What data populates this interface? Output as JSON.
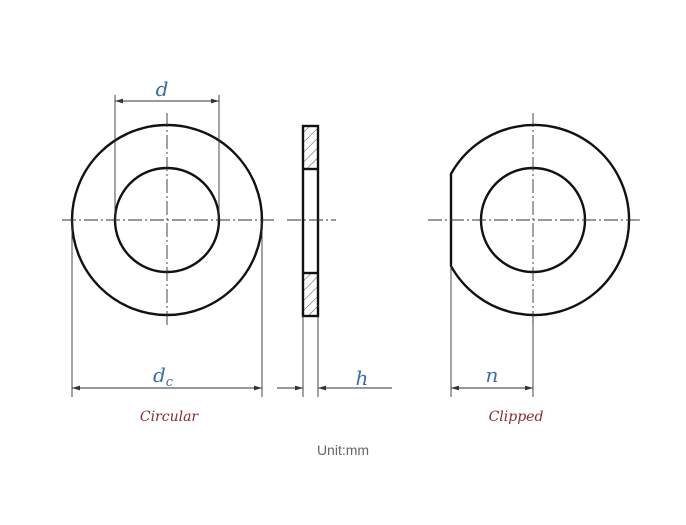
{
  "colors": {
    "outline": "#111111",
    "dimension_label": "#3a6ea5",
    "caption": "#8b2a2a",
    "unit": "#666666"
  },
  "labels": {
    "d": "d",
    "dc_main": "d",
    "dc_sub": "c",
    "h": "h",
    "n": "n",
    "circular": "Circular",
    "clipped": "Clipped",
    "unit": "Unit:mm"
  }
}
